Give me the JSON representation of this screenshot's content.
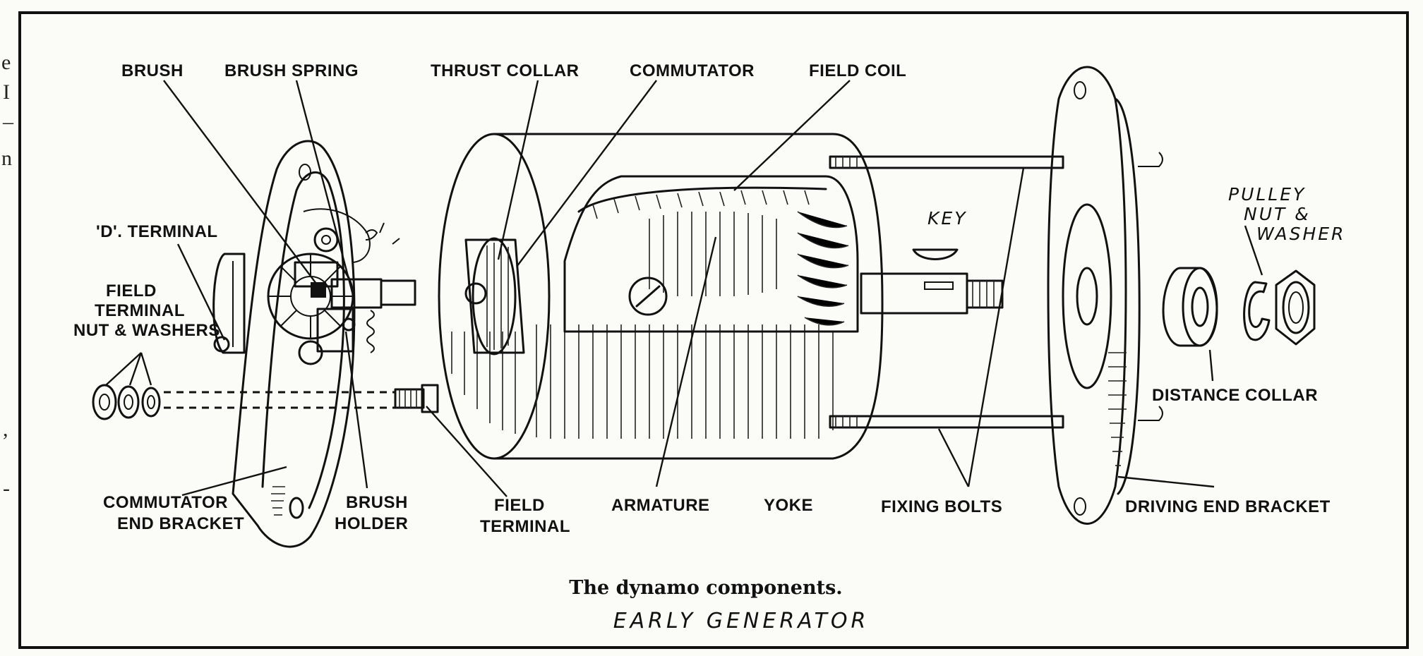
{
  "diagram": {
    "labels": {
      "brush": "BRUSH",
      "brush_spring": "BRUSH SPRING",
      "thrust_collar": "THRUST COLLAR",
      "commutator": "COMMUTATOR",
      "field_coil": "FIELD COIL",
      "d_terminal": "'D'. TERMINAL",
      "field_terminal_nut_l1": "FIELD",
      "field_terminal_nut_l2": "TERMINAL",
      "field_terminal_nut_l3": "NUT & WASHERS",
      "key": "KEY",
      "pulley_l1": "PULLEY",
      "pulley_l2": "NUT &",
      "pulley_l3": "WASHER",
      "distance_collar": "DISTANCE COLLAR",
      "commutator_end_bracket_l1": "COMMUTATOR",
      "commutator_end_bracket_l2": "END BRACKET",
      "brush_holder_l1": "BRUSH",
      "brush_holder_l2": "HOLDER",
      "field_terminal_l1": "FIELD",
      "field_terminal_l2": "TERMINAL",
      "armature": "ARMATURE",
      "yoke": "YOKE",
      "fixing_bolts": "FIXING BOLTS",
      "driving_end_bracket": "DRIVING END BRACKET"
    },
    "caption": "The dynamo components.",
    "handwritten_caption": "EARLY GENERATOR",
    "edge_fragments": [
      "e",
      "I",
      "–",
      "n",
      ",",
      "-"
    ]
  }
}
